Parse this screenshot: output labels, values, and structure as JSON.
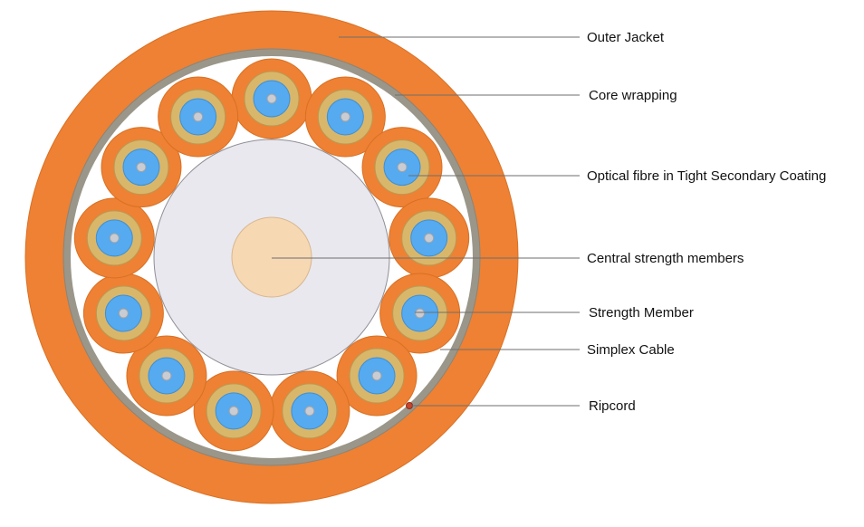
{
  "diagram": {
    "title": "Fibre optic cable cross-section",
    "labels": {
      "outer_jacket": "Outer Jacket",
      "core_wrapping": "Core wrapping",
      "optical_fibre": "Optical fibre in Tight Secondary Coating",
      "central_strength": "Central strength members",
      "strength_member": "Strength Member",
      "simplex_cable": "Simplex Cable",
      "ripcord": "Ripcord"
    },
    "simplex_cable_count": 13,
    "colors": {
      "outer_jacket": "#ee8133",
      "core_wrapping": "#9a968a",
      "interior": "#ffffff",
      "central_buffer": "#e9e8ee",
      "central_strength_member": "#f6d8b3",
      "simplex_jacket": "#ee8133",
      "strength_member": "#d9b76a",
      "tight_buffer": "#55aaf0",
      "fibre": "#c9ccd2",
      "ripcord": "#c8462e",
      "leader_line": "#6e6e6e"
    }
  }
}
